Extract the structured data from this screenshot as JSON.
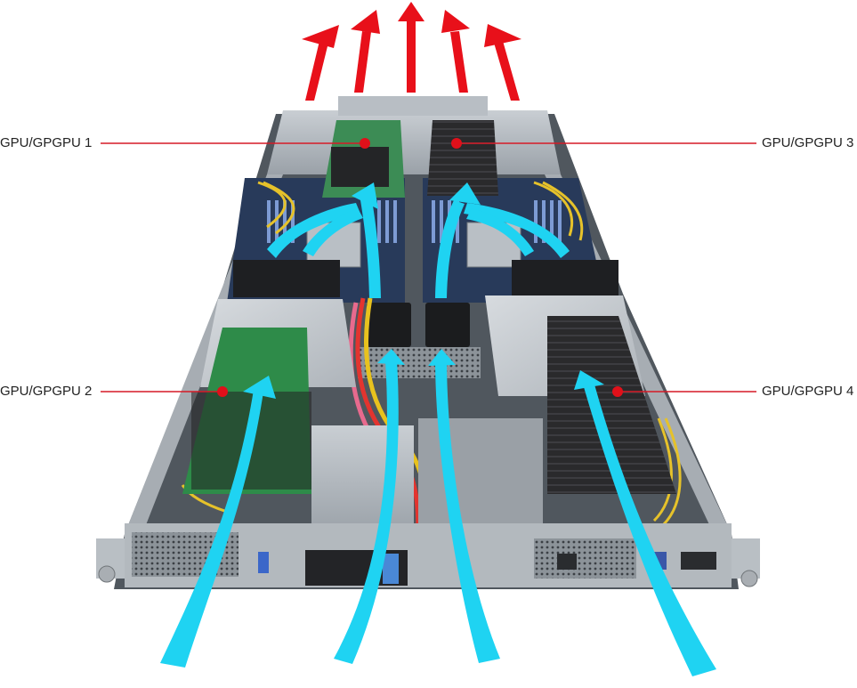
{
  "labels": {
    "gpu1": "GPU/GPGPU 1",
    "gpu2": "GPU/GPGPU 2",
    "gpu3": "GPU/GPGPU 3",
    "gpu4": "GPU/GPGPU 4"
  },
  "colors": {
    "exhaust_arrows": "#e8101a",
    "intake_arrows": "#1fd3f2",
    "callout_lines": "#d61a26",
    "callout_dots": "#e0101a"
  }
}
